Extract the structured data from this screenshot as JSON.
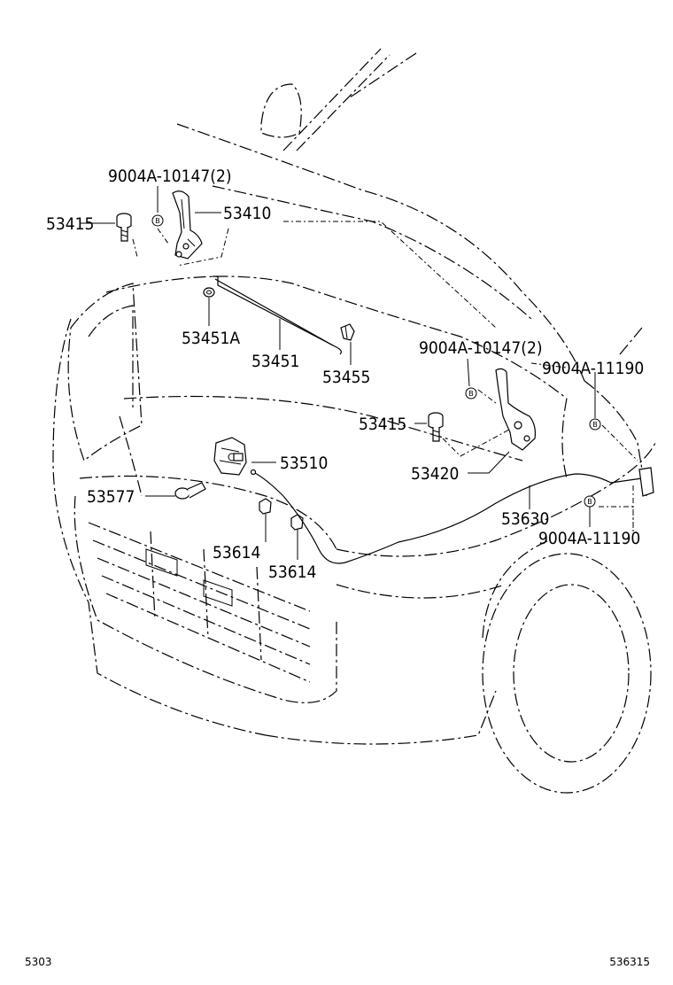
{
  "labels": {
    "bolt_hinge_upper": "9004A-10147(2)",
    "bolt_left": "53415",
    "hinge_left": "53410",
    "cushion": "53451A",
    "support_rod": "53451",
    "rod_holder": "53455",
    "bolt_hinge_right": "9004A-10147(2)",
    "bolt_cable_upper": "9004A-11190",
    "bolt_right": "53415",
    "hinge_right": "53420",
    "lock": "53510",
    "lock_bolt": "53577",
    "cable": "53630",
    "bolt_cable_lower": "9004A-11190",
    "clamp_a": "53614",
    "clamp_b": "53614"
  },
  "marker_letter": "B",
  "footer": {
    "left": "5303",
    "right": "536315"
  }
}
